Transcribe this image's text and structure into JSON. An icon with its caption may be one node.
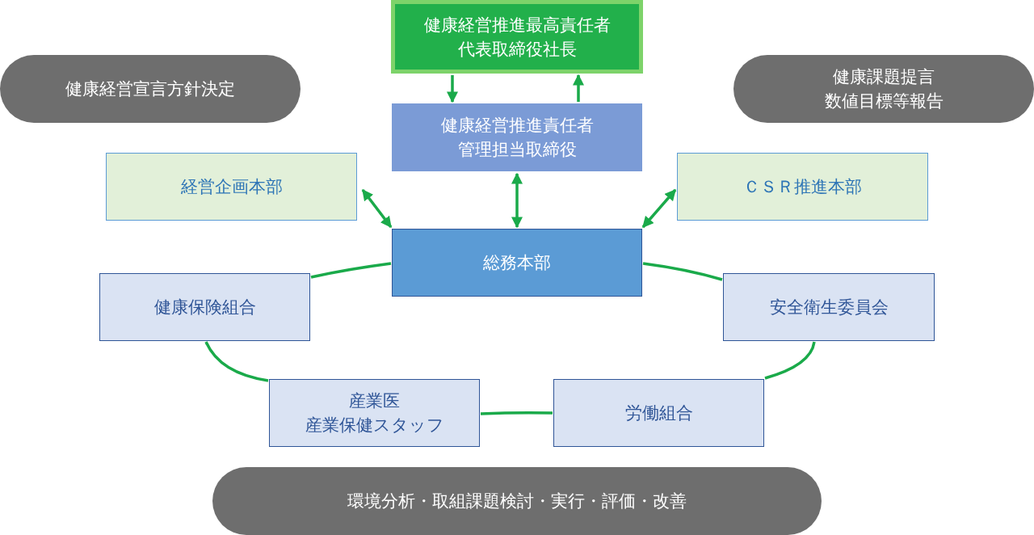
{
  "diagram": {
    "nodes": [
      {
        "text": [
          "健康経営推進最高責任者",
          "代表取締役社長"
        ]
      },
      {
        "text": [
          "健康経営宣言方針決定"
        ]
      },
      {
        "text": [
          "健康課題提言",
          "数値目標等報告"
        ]
      },
      {
        "text": [
          "健康経営推進責任者",
          "管理担当取締役"
        ]
      },
      {
        "text": [
          "経営企画本部"
        ]
      },
      {
        "text": [
          "ＣＳＲ推進本部"
        ]
      },
      {
        "text": [
          "総務本部"
        ]
      },
      {
        "text": [
          "健康保険組合"
        ]
      },
      {
        "text": [
          "安全衛生委員会"
        ]
      },
      {
        "text": [
          "産業医",
          "産業保健スタッフ"
        ]
      },
      {
        "text": [
          "労働組合"
        ]
      },
      {
        "text": [
          "環境分析・取組課題検討・実行・評価・改善"
        ]
      }
    ],
    "edges": [
      {
        "from": 0,
        "to": 3,
        "arrow": "to"
      },
      {
        "from": 3,
        "to": 0,
        "arrow": "to"
      },
      {
        "from": 3,
        "to": 6,
        "arrow": "both"
      },
      {
        "from": 4,
        "to": 6,
        "arrow": "both"
      },
      {
        "from": 5,
        "to": 6,
        "arrow": "both"
      },
      {
        "from": 6,
        "to": 7,
        "arrow": "none"
      },
      {
        "from": 6,
        "to": 8,
        "arrow": "none"
      },
      {
        "from": 7,
        "to": 9,
        "arrow": "none"
      },
      {
        "from": 9,
        "to": 10,
        "arrow": "none"
      },
      {
        "from": 10,
        "to": 8,
        "arrow": "none"
      }
    ]
  }
}
